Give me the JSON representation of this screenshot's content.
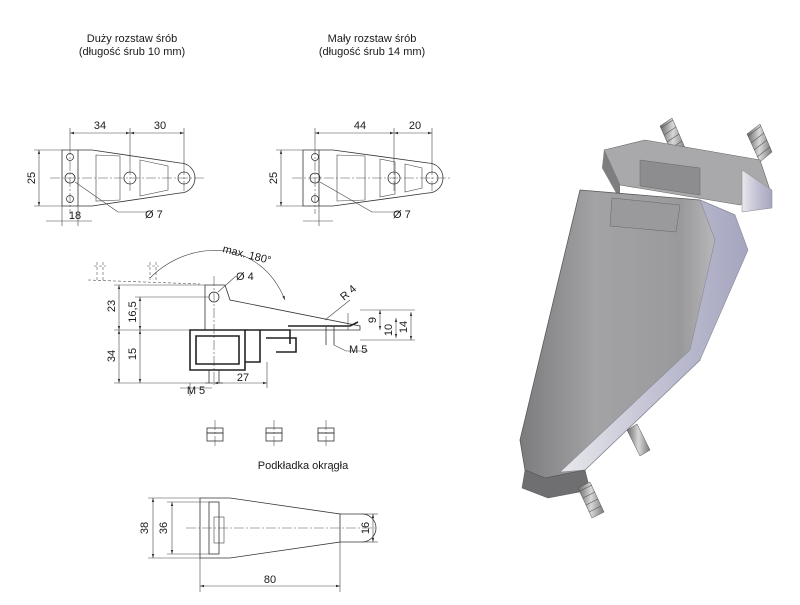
{
  "large_spacing": {
    "title": "Duży rozstaw śrób",
    "subtitle": "(długość śrub 10 mm)",
    "dim_a": "34",
    "dim_b": "30",
    "dim_height": "25",
    "dim_bottom": "18",
    "hole_dia": "Ø 7"
  },
  "small_spacing": {
    "title": "Mały rozstaw śrób",
    "subtitle": "(długość śrub 14 mm)",
    "dim_a": "44",
    "dim_b": "20",
    "dim_height": "25",
    "hole_dia": "Ø 7"
  },
  "side_view": {
    "rotation": "max. 180°",
    "pin_dia": "Ø 4",
    "radius": "R 4",
    "dim_23": "23",
    "dim_16_5": "16,5",
    "dim_34": "34",
    "dim_15": "15",
    "dim_9": "9",
    "dim_10": "10",
    "dim_14": "14",
    "thread_right": "M 5",
    "thread_bottom": "M 5",
    "dim_27": "27"
  },
  "washer": {
    "label": "Podkładka okrągła"
  },
  "bottom_view": {
    "dim_38": "38",
    "dim_36": "36",
    "dim_16": "16",
    "dim_80": "80"
  },
  "colors": {
    "line": "#333333",
    "render_dark": "#8a8a8a",
    "render_light": "#d9d9dc",
    "render_accent": "#b9b9cf"
  }
}
